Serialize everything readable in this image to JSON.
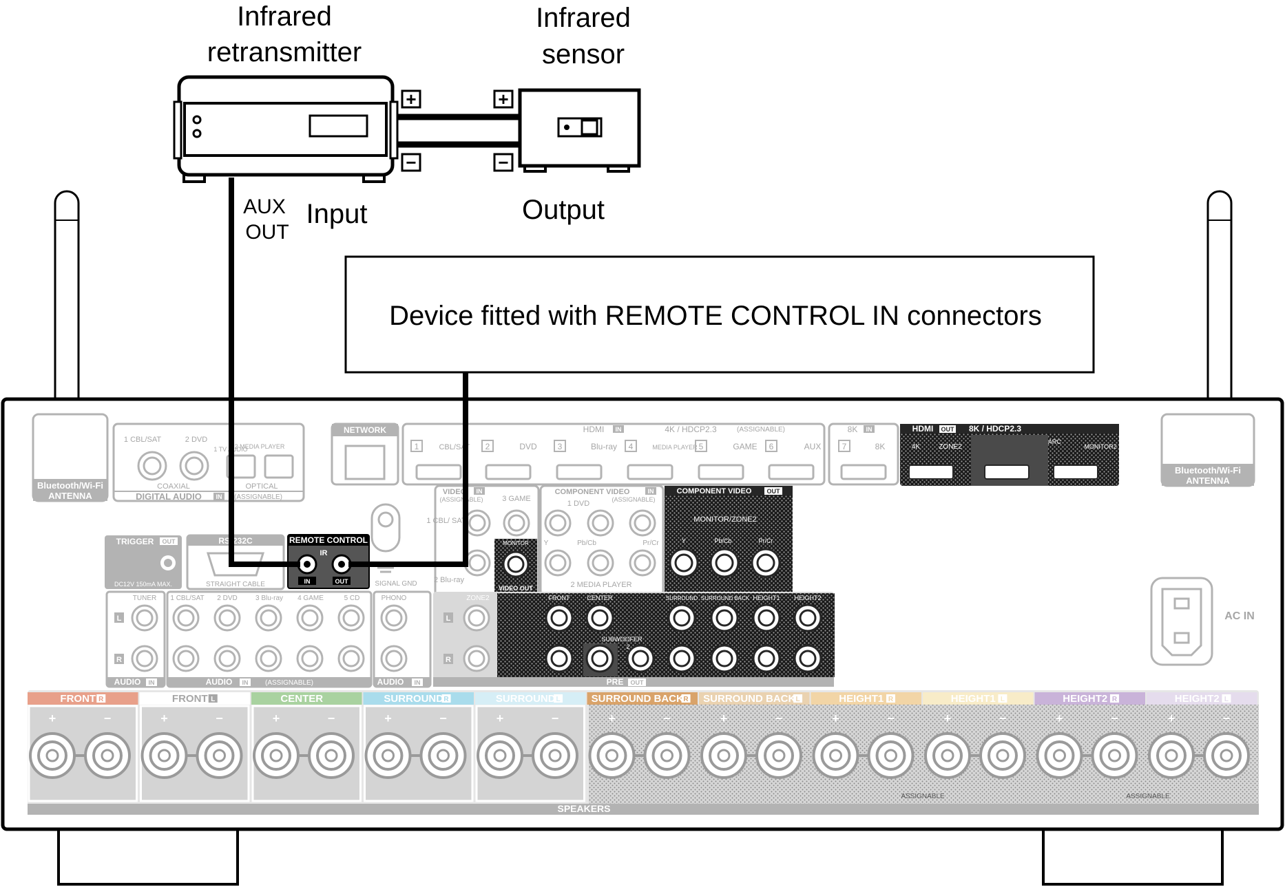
{
  "devices": {
    "retransmitter_title": [
      "Infrared",
      "retransmitter"
    ],
    "sensor_title": [
      "Infrared",
      "sensor"
    ],
    "plus_symbol": "+",
    "minus_symbol": "−",
    "aux_out": [
      "AUX",
      "OUT"
    ],
    "input_label": "Input",
    "output_label": "Output",
    "device_box": "Device fitted with REMOTE CONTROL IN connectors"
  },
  "receiver": {
    "bt_antenna": [
      "Bluetooth/Wi-Fi",
      "ANTENNA"
    ],
    "digital_audio": {
      "inputs": [
        "1 CBL/SAT",
        "2 DVD",
        "1 TV AUDIO",
        "2 MEDIA PLAYER"
      ],
      "coaxial": "COAXIAL",
      "optical": "OPTICAL",
      "label": "DIGITAL AUDIO",
      "in_tag": "IN",
      "assignable": "(ASSIGNABLE)"
    },
    "network": "NETWORK",
    "hdmi_in": {
      "title": "HDMI",
      "in_tag": "IN",
      "spec": "4K / HDCP2.3",
      "assignable": "(ASSIGNABLE)",
      "ports": [
        {
          "num": "1",
          "label": "CBL/SAT"
        },
        {
          "num": "2",
          "label": "DVD"
        },
        {
          "num": "3",
          "label": "Blu-ray"
        },
        {
          "num": "4",
          "label": "MEDIA PLAYER"
        },
        {
          "num": "5",
          "label": "GAME"
        },
        {
          "num": "6",
          "label": "AUX"
        }
      ],
      "eightk_title": "8K",
      "eightk_port": {
        "num": "7",
        "label": "8K"
      }
    },
    "hdmi_out": {
      "title": "HDMI",
      "out_tag": "OUT",
      "spec": "8K / HDCP2.3",
      "ports": [
        "4K",
        "ZONE2",
        "MONITOR ARC eARC",
        "MONITOR2"
      ]
    },
    "video_in": {
      "title": "VIDEO",
      "in_tag": "IN",
      "assignable": "(ASSIGNABLE)",
      "inputs": [
        "1 CBL/ SAT",
        "3 GAME",
        "2 Blu-ray"
      ],
      "monitor": "MONITOR",
      "video_out": "VIDEO OUT"
    },
    "component_video_in": {
      "title": "COMPONENT VIDEO",
      "in_tag": "IN",
      "assignable": "(ASSIGNABLE)",
      "row1": "1 DVD",
      "row2": "2 MEDIA PLAYER",
      "channels": [
        "Y",
        "Pb/Cb",
        "Pr/Cr"
      ]
    },
    "component_video_out": {
      "title": "COMPONENT VIDEO",
      "out_tag": "OUT",
      "monitor": "MONITOR/ZONE2",
      "channels": [
        "Y",
        "Pb/Cb",
        "Pr/Cr"
      ]
    },
    "trigger": {
      "title": "TRIGGER",
      "out_tag": "OUT",
      "spec": "DC12V 150mA MAX."
    },
    "rs232c": {
      "title": "RS-232C",
      "cable": "STRAIGHT CABLE"
    },
    "remote_control": {
      "title": "REMOTE CONTROL",
      "ir": "IR",
      "in_tag": "IN",
      "out_tag": "OUT"
    },
    "signal_gnd": "SIGNAL GND",
    "audio_in": {
      "tuner": "TUNER",
      "inputs": [
        "1 CBL/SAT",
        "2 DVD",
        "3 Blu-ray",
        "4 GAME",
        "5 CD"
      ],
      "phono": "PHONO",
      "label": "AUDIO",
      "in_tag": "IN",
      "assignable": "(ASSIGNABLE)",
      "l": "L",
      "r": "R"
    },
    "pre_out": {
      "zone2": "ZONE2",
      "front": "FRONT",
      "center": "CENTER",
      "subwoofer": "SUBWOOFER",
      "sub_nums": [
        "1",
        "2"
      ],
      "surround": "SURROUND",
      "surround_back": "SURROUND BACK",
      "height1": "HEIGHT1",
      "height2": "HEIGHT2",
      "label": "PRE",
      "out_tag": "OUT"
    },
    "ac_in": "AC IN",
    "speakers": {
      "channels": [
        {
          "name": "FRONT",
          "side": "R",
          "color": "#e8a08a"
        },
        {
          "name": "FRONT",
          "side": "L",
          "color": "#ffffff"
        },
        {
          "name": "CENTER",
          "side": "",
          "color": "#a9d2a0"
        },
        {
          "name": "SURROUND",
          "side": "R",
          "color": "#a9dcec"
        },
        {
          "name": "SURROUND",
          "side": "L",
          "color": "#d6eef6"
        },
        {
          "name": "SURROUND BACK",
          "side": "R",
          "color": "#d9a36a"
        },
        {
          "name": "SURROUND BACK",
          "side": "L",
          "color": "#ead2b0"
        },
        {
          "name": "HEIGHT1",
          "side": "R",
          "color": "#f2d5a6"
        },
        {
          "name": "HEIGHT1",
          "side": "L",
          "color": "#f8ecc8"
        },
        {
          "name": "HEIGHT2",
          "side": "R",
          "color": "#c9b3d9"
        },
        {
          "name": "HEIGHT2",
          "side": "L",
          "color": "#e5dced"
        }
      ],
      "plus": "+",
      "minus": "−",
      "assignable": "ASSIGNABLE",
      "label": "SPEAKERS"
    }
  },
  "colors": {
    "line": "#000000",
    "faded_panel": "#b3b3b3",
    "faded_text": "#a6a6a6",
    "dark_panel": "#262626",
    "highlight": "#4a4a4a"
  }
}
